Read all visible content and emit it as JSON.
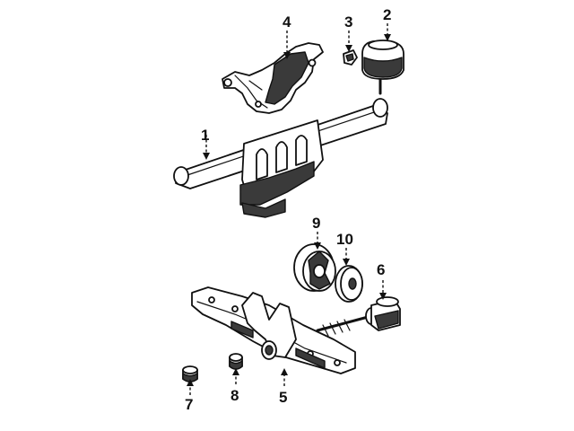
{
  "callouts": {
    "c1": "1",
    "c2": "2",
    "c3": "3",
    "c4": "4",
    "c5": "5",
    "c6": "6",
    "c7": "7",
    "c8": "8",
    "c9": "9",
    "c10": "10"
  },
  "colors": {
    "ink": "#111111",
    "shade": "#3a3a3a",
    "background": "#ffffff"
  }
}
